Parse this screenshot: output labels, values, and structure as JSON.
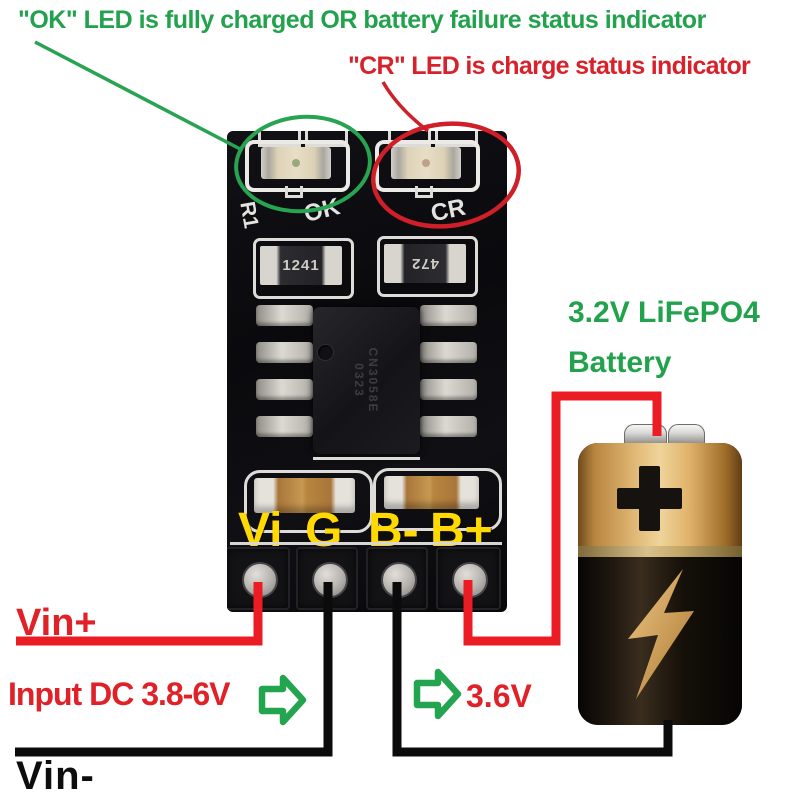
{
  "annotations": {
    "ok_led_note": "\"OK\" LED is fully charged OR battery failure status indicator",
    "cr_led_note": "\"CR\" LED is charge status indicator",
    "battery_title_line1": "3.2V LiFePO4",
    "battery_title_line2": "Battery",
    "vin_plus_label": "Vin+",
    "vin_minus_label": "Vin-",
    "input_label": "Input DC 3.8-6V",
    "output_label": "3.6V"
  },
  "board": {
    "silkscreen": {
      "r1": "R1",
      "ok": "OK",
      "cr": "CR"
    },
    "resistor_left_value": "1241",
    "resistor_right_value": "472",
    "chip_marking_line1": "CN3058E",
    "chip_marking_line2": "0323",
    "pin_labels": [
      "Vi",
      "G",
      "B-",
      "B+"
    ]
  },
  "colors": {
    "annotation_green": "#22a24d",
    "annotation_red": "#d8222b",
    "wire_red": "#ec1c24",
    "wire_black": "#0b0b0b",
    "pin_label_yellow": "#ffd900",
    "battery_gold": "#e0b269"
  }
}
